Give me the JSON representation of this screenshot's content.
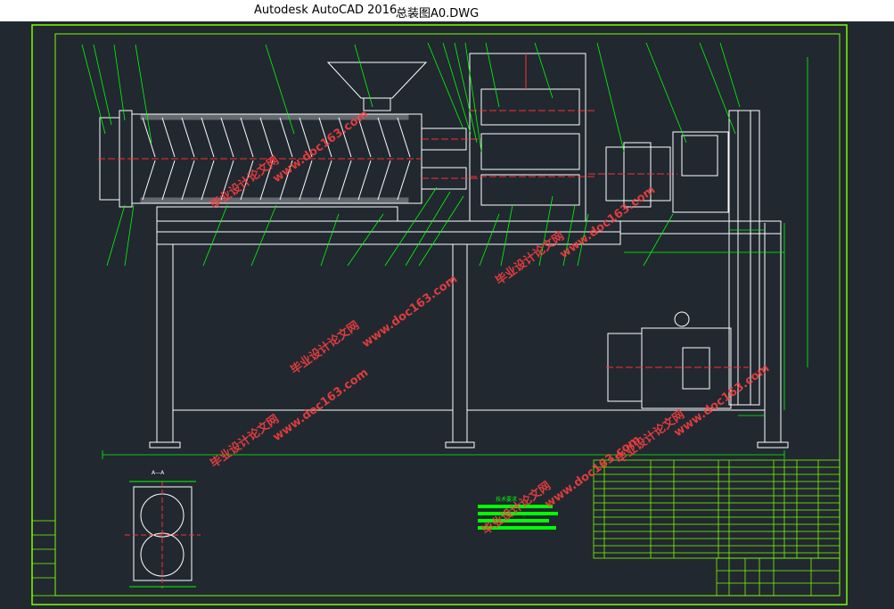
{
  "window": {
    "app_title": "Autodesk AutoCAD 2016",
    "file_name": "总装图A0.DWG"
  },
  "watermark": {
    "text_cn": "毕业设计论文网",
    "text_url": "www.doc163.com"
  },
  "colors": {
    "background": "#212830",
    "frame": "#7CFC00",
    "geometry": "#ffffff",
    "dimension": "#00ff00",
    "centerline": "#ff3030",
    "watermark": "#ff4040"
  },
  "drawing": {
    "section_label": "A—A",
    "tech_requirements_title": "技术要求"
  }
}
